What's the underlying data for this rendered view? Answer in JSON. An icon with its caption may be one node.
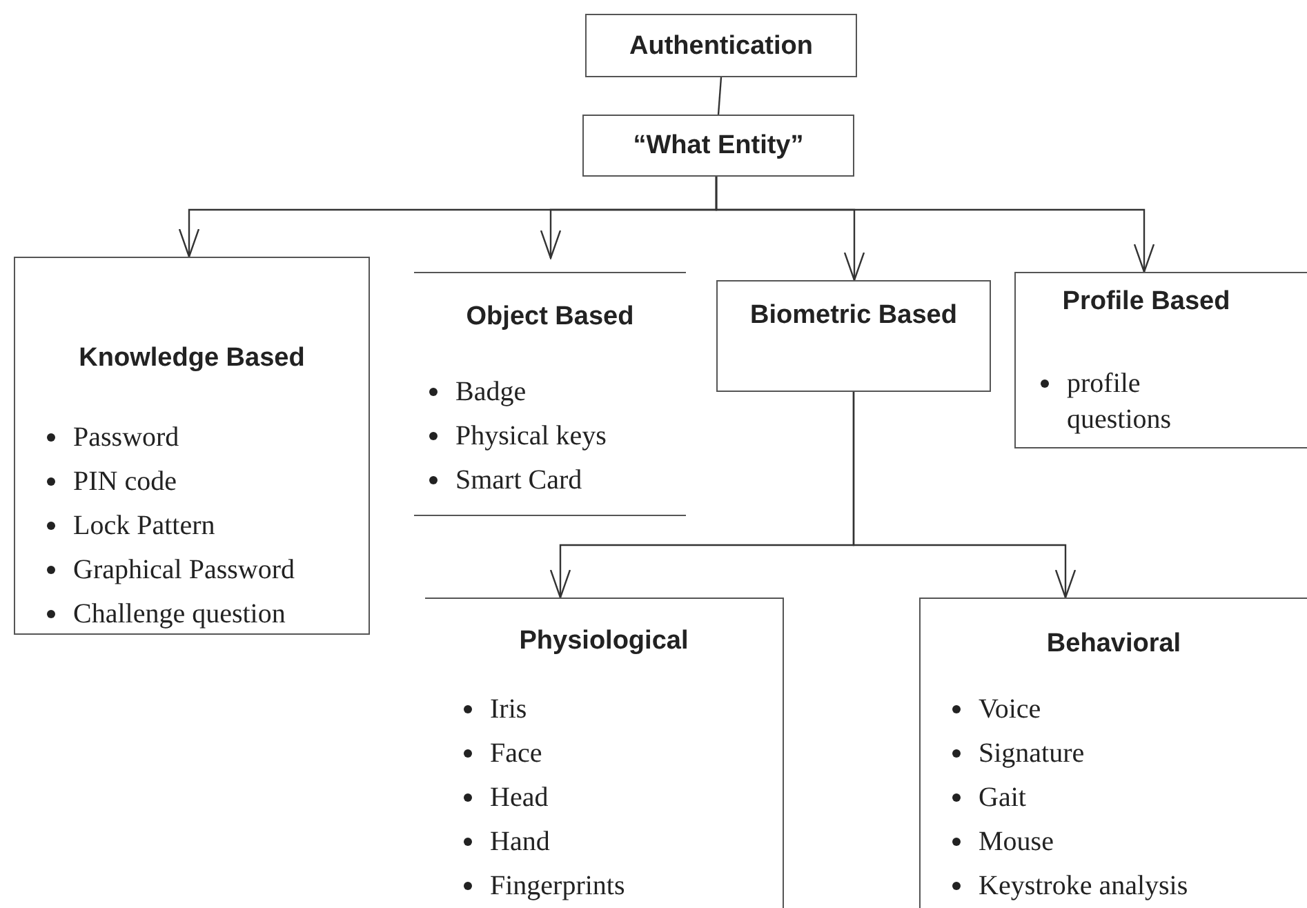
{
  "diagram": {
    "nodes": [
      {
        "text": [
          "Authentication"
        ]
      },
      {
        "text": [
          "“What Entity”"
        ]
      },
      {
        "text": [
          "Knowledge Based",
          "Password",
          "PIN code",
          "Lock Pattern",
          "Graphical Password",
          "Challenge question"
        ]
      },
      {
        "text": [
          "Object Based",
          "Badge",
          "Physical keys",
          "Smart Card"
        ]
      },
      {
        "text": [
          "Biometric Based"
        ]
      },
      {
        "text": [
          "Profile Based",
          "profile questions"
        ]
      },
      {
        "text": [
          "Physiological",
          "Iris",
          "Face",
          "Head",
          "Hand",
          "Fingerprints"
        ]
      },
      {
        "text": [
          "Behavioral",
          "Voice",
          "Signature",
          "Gait",
          "Mouse",
          "Keystroke analysis"
        ]
      }
    ],
    "edges": [
      {
        "from": 0,
        "to": 1,
        "arrow": "none"
      },
      {
        "from": 1,
        "to": 2,
        "arrow": "to"
      },
      {
        "from": 1,
        "to": 3,
        "arrow": "to"
      },
      {
        "from": 1,
        "to": 4,
        "arrow": "to"
      },
      {
        "from": 1,
        "to": 5,
        "arrow": "to"
      },
      {
        "from": 4,
        "to": 6,
        "arrow": "to"
      },
      {
        "from": 4,
        "to": 7,
        "arrow": "to"
      }
    ]
  }
}
